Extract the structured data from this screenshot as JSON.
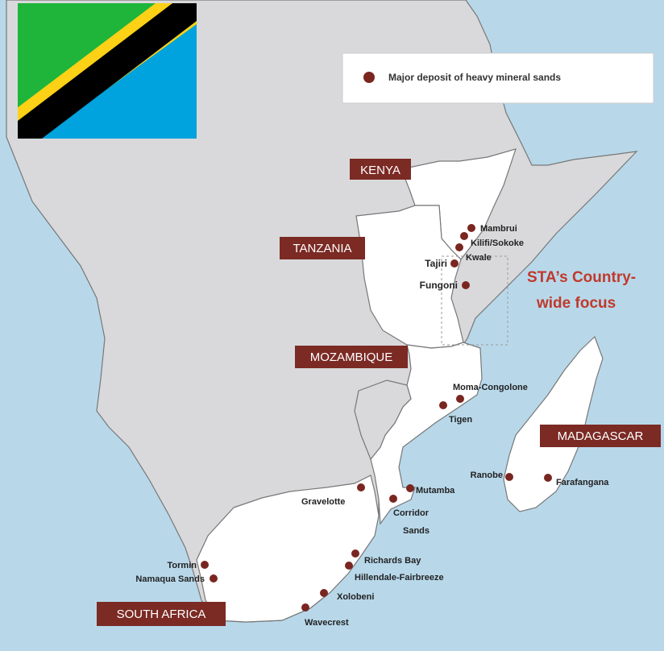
{
  "legend": {
    "label": "Major deposit of heavy mineral sands"
  },
  "countries": {
    "kenya": "KENYA",
    "tanzania": "TANZANIA",
    "mozambique": "MOZAMBIQUE",
    "madagascar": "MADAGASCAR",
    "south_africa": "SOUTH AFRICA"
  },
  "deposits": {
    "mambrui": "Mambrui",
    "kilifi": "Kilifi/Sokoke",
    "kwale": "Kwale",
    "tajiri": "Tajiri",
    "fungoni": "Fungoni",
    "moma": "Moma-Congolone",
    "tigen": "Tigen",
    "ranobe": "Ranobe",
    "farafangana": "Farafangana",
    "gravelotte": "Gravelotte",
    "mutamba": "Mutamba",
    "corridor_1": "Corridor",
    "corridor_2": "Sands",
    "richards": "Richards Bay",
    "hillendale": "Hillendale-Fairbreeze",
    "xolobeni": "Xolobeni",
    "wavecrest": "Wavecrest",
    "tormin": "Tormin",
    "namaqua": "Namaqua Sands"
  },
  "focus": {
    "line1": "STA’s Country-",
    "line2": "wide focus"
  },
  "colors": {
    "ocean": "#b8d8ea",
    "land_other": "#d9d9db",
    "land_highlight": "#ffffff",
    "border": "#777777",
    "country_tag": "#7b2a24",
    "deposit": "#7a2620",
    "focus_text": "#c0392b",
    "flag_green": "#1eb53a",
    "flag_yellow": "#fcd116",
    "flag_black": "#000000",
    "flag_blue": "#00a3dd"
  },
  "flag": {
    "country": "Tanzania"
  }
}
